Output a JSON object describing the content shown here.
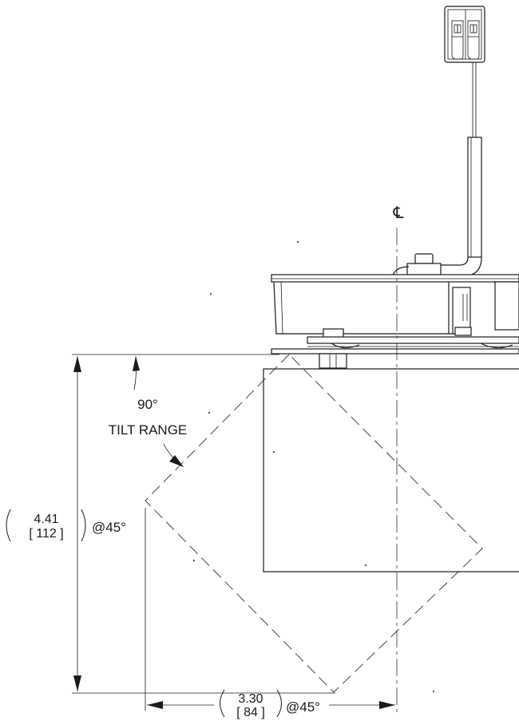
{
  "labels": {
    "centerline": "℄",
    "tilt_angle": "90°",
    "tilt_caption": "TILT RANGE",
    "vertical_dim_in": "4.41",
    "vertical_dim_mm": "[ 112 ]",
    "vertical_dim_suffix": "@45°",
    "horizontal_dim_in": "3.30",
    "horizontal_dim_mm": "[ 84 ]",
    "horizontal_dim_suffix": "@45°"
  }
}
